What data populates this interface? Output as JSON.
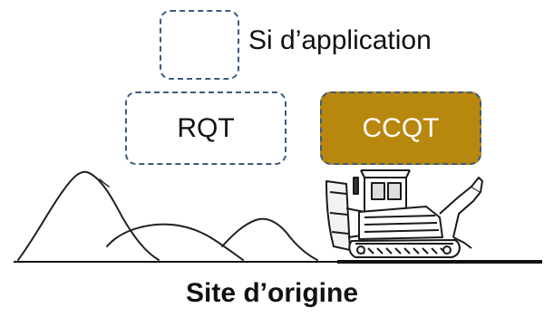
{
  "optional_box": {
    "label": "Si d’application"
  },
  "boxes": {
    "rqt": "RQT",
    "ccqt": "CCQT"
  },
  "site": {
    "label": "Site d’origine"
  },
  "colors": {
    "dashed_border": "#3d5a7e",
    "ccqt_fill": "#b8870e",
    "ground_line": "#111111"
  },
  "icons": [
    "hills-drawing",
    "bulldozer-icon"
  ]
}
